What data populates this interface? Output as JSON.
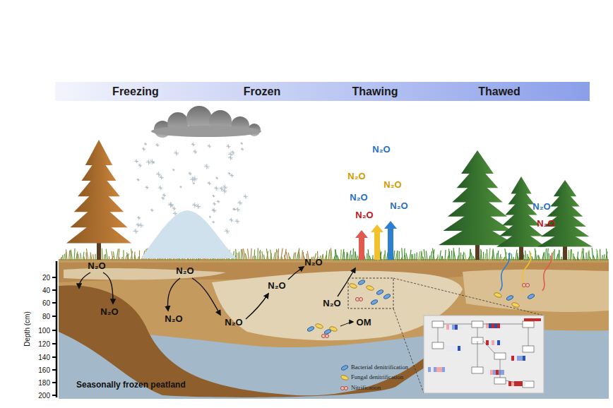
{
  "diagram": {
    "nodes": [
      {
        "text": [
          "Freezing",
          "Frozen",
          "Thawing",
          "Thawed"
        ]
      }
    ],
    "labels": [
      "Depth (cm)",
      "20",
      "40",
      "60",
      "80",
      "100",
      "120",
      "140",
      "160",
      "180",
      "200",
      "N₂O",
      "N₂O",
      "N₂O",
      "N₂O",
      "N₂O",
      "N₂O",
      "N₂O",
      "N₂O",
      "N₂O",
      "N₂O",
      "N₂O",
      "N₂O",
      "N₂O",
      "N₂O",
      "N₂O",
      "N₂O",
      "OM",
      "Seasonally frozen peatland"
    ],
    "legend": [
      {
        "text": "Bacterial denitrification"
      },
      {
        "text": "Fungal denitrification"
      },
      {
        "text": "Nitrification"
      }
    ]
  }
}
